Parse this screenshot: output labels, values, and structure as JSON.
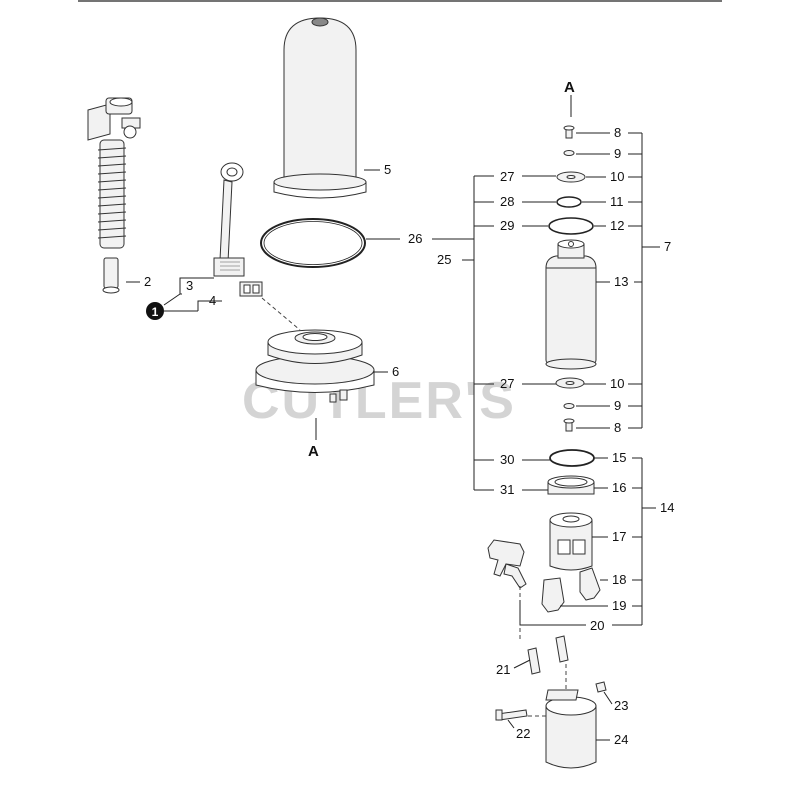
{
  "watermark": "CUTLER'S",
  "refs": {
    "a_top": "A",
    "a_bottom": "A"
  },
  "callout_badge": "1",
  "labels": {
    "p2": "2",
    "p3": "3",
    "p4": "4",
    "p5": "5",
    "p6": "6",
    "p7": "7",
    "p8a": "8",
    "p8b": "8",
    "p9a": "9",
    "p9b": "9",
    "p10a": "10",
    "p10b": "10",
    "p11": "11",
    "p12": "12",
    "p13": "13",
    "p14": "14",
    "p15": "15",
    "p16": "16",
    "p17": "17",
    "p18": "18",
    "p19": "19",
    "p20": "20",
    "p21": "21",
    "p22": "22",
    "p23": "23",
    "p24": "24",
    "p25": "25",
    "p26": "26",
    "p27a": "27",
    "p27b": "27",
    "p28": "28",
    "p29": "29",
    "p30": "30",
    "p31": "31"
  }
}
